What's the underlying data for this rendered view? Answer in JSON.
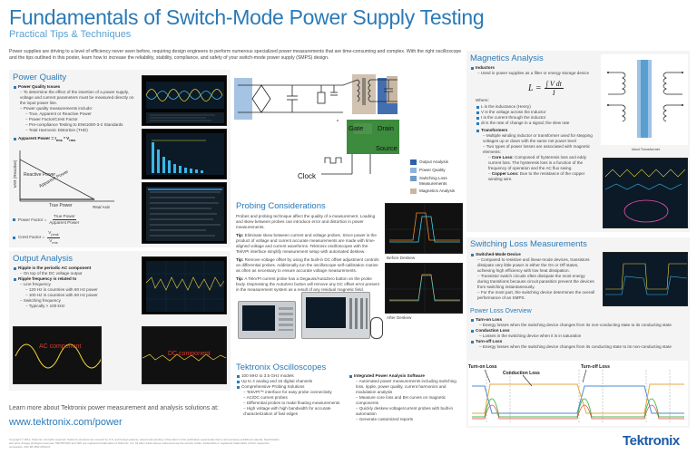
{
  "header": {
    "title": "Fundamentals of Switch-Mode Power Supply Testing",
    "subtitle": "Practical Tips & Techniques",
    "intro": "Power supplies are driving to a level of efficiency never seen before, requiring design engineers to perform numerous specialized power measurements that are time-consuming and complex. With the right oscilloscope and the tips outlined in this poster, learn how to increase the reliability, stability, compliance, and safety of your switch-mode power supply (SMPS) design."
  },
  "power_quality": {
    "title": "Power Quality",
    "issues_head": "Power Quality Issues",
    "issues_desc": "To determine the effect of the insertion of a power supply, voltage and current parameters must be measured directly on the input power line.",
    "include_head": "Power quality measurements include:",
    "include": [
      "True, Apparent or Reactive Power",
      "Power Factor/Crest Factor",
      "Pre-compliance Testing to EN61000-3-2 Standards",
      "Total Harmonic Distortion (THD)"
    ],
    "apparent": "Apparent Power = I",
    "apparent_sub1": "rms",
    "apparent_mid": "* V",
    "apparent_sub2": "rms",
    "triangle": {
      "y_axis": "VAR (Reactive)",
      "reactive": "Reactive Power",
      "apparent_lbl": "Apparent Power",
      "true_lbl": "True Power",
      "x_axis": "Real Axis"
    },
    "pf_label": "Power Factor =",
    "pf_num": "True Power",
    "pf_den": "Apparent Power",
    "cf_label": "Crest Factor =",
    "cf_num": "V",
    "cf_num_sub": "peak",
    "cf_den": "V",
    "cf_den_sub": "rms"
  },
  "output_analysis": {
    "title": "Output Analysis",
    "b1": "Ripple is the periodic AC component",
    "b1_sub": "On top of the DC voltage output",
    "b2": "Ripple frequency is related to",
    "line_freq": "Line frequency",
    "line_items": [
      "120 Hz in countries with 60 Hz power",
      "100 Hz in countries with 50 Hz power"
    ],
    "sw_freq": "Switching frequency",
    "sw_items": [
      "Typically > 100 kHz"
    ],
    "ac_label": "AC component",
    "dc_label": "DC component"
  },
  "circuit": {
    "gate": "Gate",
    "drain": "Drain",
    "source": "Source",
    "clock": "Clock"
  },
  "legend": [
    {
      "label": "Output Analysis",
      "color": "#2f5fa8"
    },
    {
      "label": "Power Quality",
      "color": "#8fb4dc"
    },
    {
      "label": "Switching Loss Measurements",
      "color": "#6e9cc8"
    },
    {
      "label": "Magnetics Analysis",
      "color": "#c9b7a3"
    }
  ],
  "probing": {
    "title": "Probing Considerations",
    "p1": "Probes and probing technique affect the quality of a measurement. Loading and skew between probes can introduce error and distortion in power measurements.",
    "tip_label": "Tip:",
    "t1": "Eliminate skew between current and voltage probes. Since power is the product of voltage and current accurate measurements are made with time-aligned voltage and current waveforms. Tektronix oscilloscopes with the TekVPI interface simplify measurement setup with automated deskew.",
    "t2": "Remove voltage offset by using the built-in DC offset adjustment controls on differential probes. Additionally run the oscilloscope self-calibration routine as often as necessary to ensure accurate voltage measurements.",
    "t3": "A TekVPI current probe has a Degauss/AutoZero button on the probe body. Depressing the AutoZero button will remove any DC offset error present in the measurement system as a result of any residual magnetic field.",
    "before": "Before Deskew",
    "after": "After Deskew"
  },
  "oscilloscopes": {
    "title": "Tektronix Oscilloscopes",
    "left": [
      "100 MHz to 3.5 GHz models",
      "Up to 4 analog and 16 digital channels",
      "Comprehensive Probing Solutions"
    ],
    "left_sub": [
      "TekVPI™ interface for easy probe connectivity",
      "AC/DC current probes",
      "Differential probes to make floating measurements",
      "High voltage with high bandwidth for accurate characterization of fast edges"
    ],
    "right_head": "Integrated Power Analysis Software",
    "right_sub": [
      "Automated power measurements including switching loss, ripple, power quality, current harmonics and modulation analysis",
      "Measure core loss and BH curves on magnetic components",
      "Quickly deskew voltage/current probes with built-in automation",
      "Generate customized reports"
    ]
  },
  "magnetics": {
    "title": "Magnetics Analysis",
    "inductors_head": "Inductors",
    "inductors_desc": "Used in power supplies as a filter or energy storage device",
    "formula_l": "L =",
    "formula_num": "∫ V dt",
    "formula_den": "I",
    "where": "Where:",
    "where_items": [
      "L is the inductance (Henry)",
      "V is the voltage across the inductor",
      "I is the current through the inductor",
      "dt is the rate of change in a signal; the slew rate"
    ],
    "transformers_head": "Transformers",
    "tr_items": [
      "Multiple winding inductor or transformer used for stepping voltages up or down with the same net power level",
      "Two types of power losses are associated with magnetic elements:"
    ],
    "core_label": "Core Loss:",
    "core_desc": "Composed of hysteresis loss and eddy current loss. The hysteresis loss is a function of the frequency of operation and the AC flux swing.",
    "copper_label": "Copper Loss:",
    "copper_desc": "Due to the resistance of the copper winding wire.",
    "ideal": "Ideal Transformer"
  },
  "switching": {
    "title": "Switching Loss Measurements",
    "head": "Switched-Mode Device",
    "items": [
      "Compared to resistive and linear-mode devices, transistors dissipate very little power in either the On or Off states, achieving high efficiency with low heat dissipation.",
      "Transistor switch circuits often dissipate the most energy during transitions because circuit parasitics prevent the devices from switching instantaneously.",
      "For the most part, the switching device determines the overall performance of an SMPS."
    ],
    "overview_title": "Power Loss Overview",
    "overview": [
      {
        "head": "Turn-on Loss",
        "desc": "Energy losses when the switching device changes from its non-conducting state to its conducting state"
      },
      {
        "head": "Conduction Loss",
        "desc": "Losses in the switching device when it is in saturation"
      },
      {
        "head": "Turn-off Loss",
        "desc": "Energy losses when the switching device changes from its conducting state to its non-conducting state"
      }
    ],
    "diag": {
      "turn_on": "Turn-on Loss",
      "conduction": "Conduction Loss",
      "turn_off": "Turn-off Loss"
    }
  },
  "footer": {
    "learn": "Learn more about Tektronix power measurement and analysis solutions at:",
    "url": "www.tektronix.com/power",
    "copyright": "Copyright © 2011, Tektronix. All rights reserved. Tektronix products are covered by U.S. and foreign patents, issued and pending. Information in this publication supersedes that in all previously published material. Specification and price change privileges reserved. TEKTRONIX and TEK are registered trademarks of Tektronix, Inc. All other trade names referenced are the service marks, trademarks or registered trademarks of their respective companies. 4/11 3B 48W-26243-0",
    "logo": "Tektronix"
  }
}
